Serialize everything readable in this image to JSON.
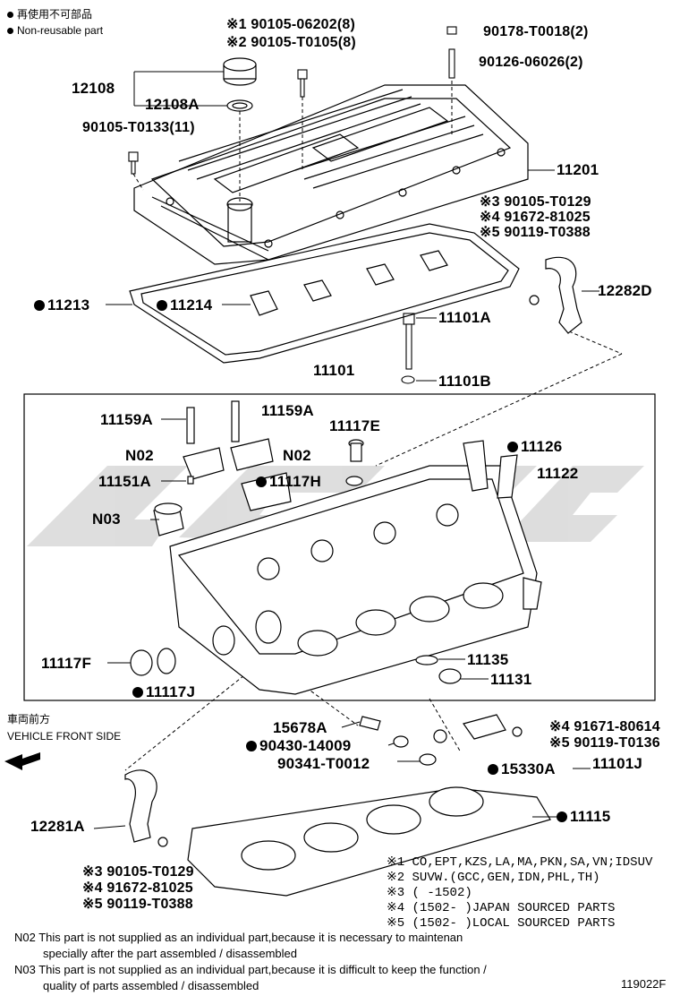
{
  "legend": {
    "line1": "再使用不可部品",
    "line2": "Non-reusable part"
  },
  "parts": {
    "p12108": "12108",
    "p12108A": "12108A",
    "p90105_06202": "※1 90105-06202(8)",
    "p90105_T0105": "※2 90105-T0105(8)",
    "p90178": "90178-T0018(2)",
    "p90126": "90126-06026(2)",
    "p90105_T0133": "90105-T0133(11)",
    "p11201": "11201",
    "r1_a": "※3 90105-T0129",
    "r1_b": "※4 91672-81025",
    "r1_c": "※5 90119-T0388",
    "p12282D": "12282D",
    "p11213": "11213",
    "p11214": "11214",
    "p11101A": "11101A",
    "p11101B": "11101B",
    "p11101": "11101",
    "p11159A_l": "11159A",
    "p11159A_r": "11159A",
    "p11117E": "11117E",
    "n02_l": "N02",
    "n02_r": "N02",
    "p11126": "11126",
    "p11122": "11122",
    "p11151A": "11151A",
    "p11117H": "11117H",
    "n03": "N03",
    "p11117F": "11117F",
    "p11117J": "11117J",
    "p11135": "11135",
    "p11131": "11131",
    "p15678A": "15678A",
    "p90430": "90430-14009",
    "p90341": "90341-T0012",
    "p15330A": "15330A",
    "p11101J": "11101J",
    "r2_a": "※4 91671-80614",
    "r2_b": "※5 90119-T0136",
    "p11115": "11115",
    "p12281A": "12281A",
    "r3_a": "※3 90105-T0129",
    "r3_b": "※4 91672-81025",
    "r3_c": "※5 90119-T0388"
  },
  "front": {
    "jp": "車両前方",
    "en": "VEHICLE FRONT SIDE"
  },
  "footnotes": {
    "f1": "※1 CO,EPT,KZS,LA,MA,PKN,SA,VN;IDSUV",
    "f2": "※2 SUVW.(GCC,GEN,IDN,PHL,TH)",
    "f3": "※3 (     -1502)",
    "f4": "※4 (1502-     )JAPAN SOURCED PARTS",
    "f5": "※5 (1502-     )LOCAL SOURCED PARTS"
  },
  "notes": {
    "n02_1": "N02 This part is not supplied as an individual part,because it is necessary to maintenan",
    "n02_2": "specially after the part assembled / disassembled",
    "n03_1": "N03 This part is not supplied as an individual part,because it is difficult to keep the function /",
    "n03_2": "quality of parts assembled / disassembled"
  },
  "figure_id": "119022F"
}
